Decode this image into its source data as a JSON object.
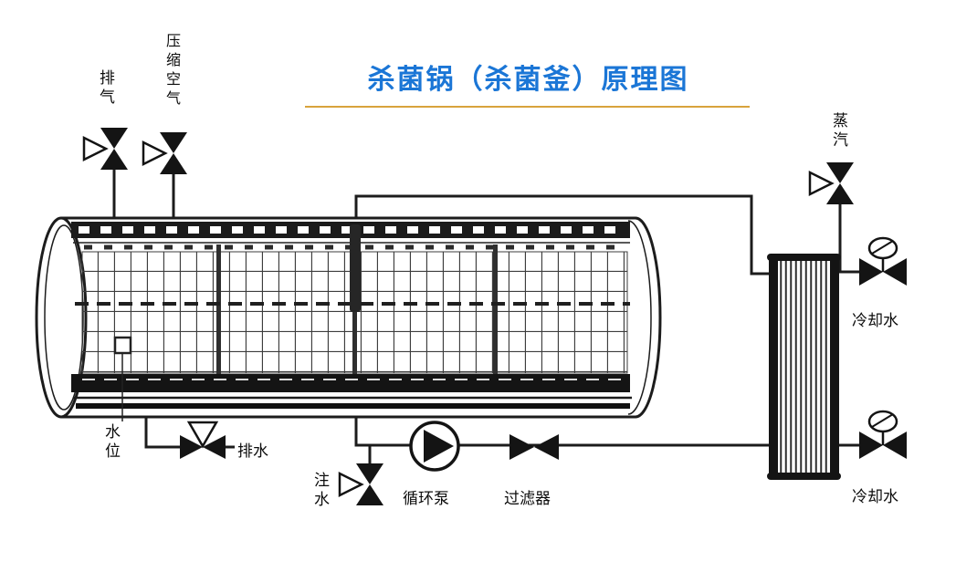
{
  "title": "杀菌锅（杀菌釜）原理图",
  "labels": {
    "exhaust": "排气",
    "compressed_air": "压缩空气",
    "steam": "蒸汽",
    "cooling_water_top": "冷却水",
    "cooling_water_bottom": "冷却水",
    "water_level": "水位",
    "drain": "排水",
    "water_inlet": "注水",
    "circulation_pump": "循环泵",
    "filter": "过滤器"
  },
  "colors": {
    "title_text": "#1b76d6",
    "title_underline": "#d8a33c",
    "line_ink": "#141414",
    "background": "#ffffff"
  },
  "icons": {
    "manual_valve": "hourglass-bowtie-with-handle-flag",
    "control_valve": "bowtie-valve-with-round-actuator",
    "drain_valve": "horizontal-bowtie-with-top-handle",
    "pump": "circle-with-right-triangle",
    "filter": "filled-bowtie",
    "heat_exchanger": "vertical-striped-block",
    "vessel": "horizontal-cylinder-with-basket-grid"
  }
}
